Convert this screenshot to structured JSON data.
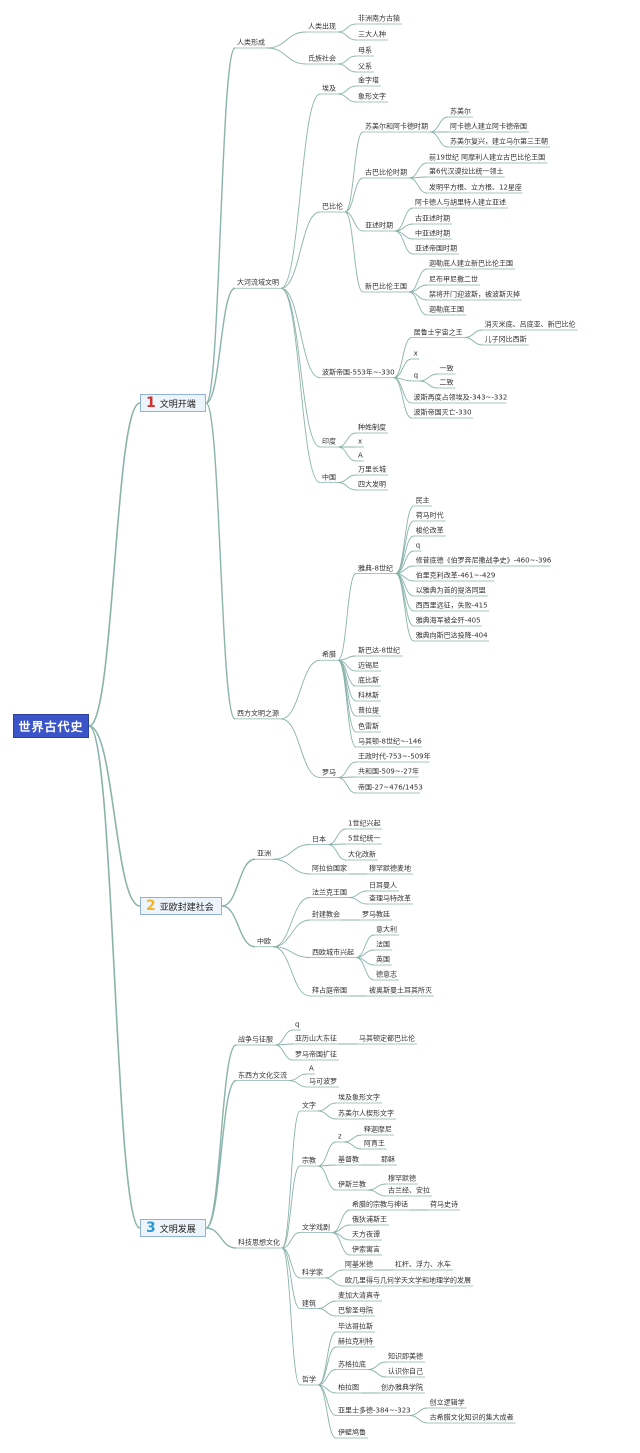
{
  "theme": {
    "line": "#8ab3aa",
    "root_bg": "#3b55c9",
    "main_bg": "#eef4fb",
    "num_colors": [
      "#d0312d",
      "#f0b428",
      "#2e9ad0"
    ]
  },
  "root": {
    "label": "世界古代史"
  },
  "branches": [
    {
      "num": "1",
      "label": "文明开端",
      "children": [
        {
          "label": "人类形成",
          "children": [
            {
              "label": "人类出现",
              "children": [
                {
                  "label": "非洲南方古猿"
                },
                {
                  "label": "三大人种"
                }
              ]
            },
            {
              "label": "氏族社会",
              "children": [
                {
                  "label": "母系"
                },
                {
                  "label": "父系"
                }
              ]
            }
          ]
        },
        {
          "label": "大河流域文明",
          "children": [
            {
              "label": "埃及",
              "children": [
                {
                  "label": "金字塔"
                },
                {
                  "label": "象形文字"
                }
              ]
            },
            {
              "label": "巴比伦",
              "children": [
                {
                  "label": "苏美尔和阿卡德时期",
                  "children": [
                    {
                      "label": "苏美尔"
                    },
                    {
                      "label": "阿卡德人建立阿卡德帝国"
                    },
                    {
                      "label": "苏美尔复兴，建立乌尔第三王朝"
                    }
                  ]
                },
                {
                  "label": "古巴比伦时期",
                  "children": [
                    {
                      "label": "前19世纪 阿摩利人建立古巴比伦王国"
                    },
                    {
                      "label": "第6代汉谟拉比统一领土"
                    },
                    {
                      "label": "发明平方根、立方根、12星座"
                    }
                  ]
                },
                {
                  "label": "亚述时期",
                  "children": [
                    {
                      "label": "阿卡德人与胡里特人建立亚述"
                    },
                    {
                      "label": "古亚述时期"
                    },
                    {
                      "label": "中亚述时期"
                    },
                    {
                      "label": "亚述帝国时期"
                    }
                  ]
                },
                {
                  "label": "新巴比伦王国",
                  "children": [
                    {
                      "label": "迦勒底人建立新巴比伦王国"
                    },
                    {
                      "label": "尼布甲尼撒二世"
                    },
                    {
                      "label": "禁将开门迎波斯，被波斯灭掉"
                    },
                    {
                      "label": "迦勒底王国"
                    }
                  ]
                }
              ]
            },
            {
              "label": "波斯帝国-553年~-330",
              "children": [
                {
                  "label": "居鲁士宇宙之王",
                  "children": [
                    {
                      "label": "消灭米底、吕底亚、新巴比伦"
                    },
                    {
                      "label": "儿子冈比西斯"
                    }
                  ]
                },
                {
                  "label": "x"
                },
                {
                  "label": "q",
                  "children": [
                    {
                      "label": "一致"
                    },
                    {
                      "label": "二致"
                    }
                  ]
                },
                {
                  "label": "波斯再度占领埃及-343~-332"
                },
                {
                  "label": "波斯帝国灭亡-330"
                }
              ]
            },
            {
              "label": "印度",
              "children": [
                {
                  "label": "种姓制度"
                },
                {
                  "label": "x"
                },
                {
                  "label": "A"
                }
              ]
            },
            {
              "label": "中国",
              "children": [
                {
                  "label": "万里长城"
                },
                {
                  "label": "四大发明"
                }
              ]
            }
          ]
        },
        {
          "label": "西方文明之源",
          "children": [
            {
              "label": "希腊",
              "children": [
                {
                  "label": "雅典-8世纪",
                  "children": [
                    {
                      "label": "民主"
                    },
                    {
                      "label": "荷马时代"
                    },
                    {
                      "label": "梭伦改革"
                    },
                    {
                      "label": "q"
                    },
                    {
                      "label": "修昔底德《伯罗奔尼撒战争史》-460~-396"
                    },
                    {
                      "label": "伯里克利改革-461~-429"
                    },
                    {
                      "label": "以雅典为首的提洛同盟"
                    },
                    {
                      "label": "西西里远征，失败-415"
                    },
                    {
                      "label": "雅典海军被全歼-405"
                    },
                    {
                      "label": "雅典向斯巴达投降-404"
                    }
                  ]
                },
                {
                  "label": "斯巴达-8世纪"
                },
                {
                  "label": "迈锡尼"
                },
                {
                  "label": "底比斯"
                },
                {
                  "label": "科林斯"
                },
                {
                  "label": "普拉提"
                },
                {
                  "label": "色雷斯"
                },
                {
                  "label": "马其顿-8世纪~-146"
                }
              ]
            },
            {
              "label": "罗马",
              "children": [
                {
                  "label": "王政时代-753~-509年"
                },
                {
                  "label": "共和国-509~-27年"
                },
                {
                  "label": "帝国-27~476/1453"
                }
              ]
            }
          ]
        }
      ]
    },
    {
      "num": "2",
      "label": "亚欧封建社会",
      "children": [
        {
          "label": "亚洲",
          "children": [
            {
              "label": "日本",
              "children": [
                {
                  "label": "1世纪兴起"
                },
                {
                  "label": "5世纪统一"
                },
                {
                  "label": "大化改新"
                }
              ]
            },
            {
              "label": "阿拉伯国家",
              "children": [
                {
                  "label": "穆罕默德麦地"
                }
              ]
            }
          ]
        },
        {
          "label": "中欧",
          "children": [
            {
              "label": "法兰克王国",
              "children": [
                {
                  "label": "日耳曼人"
                },
                {
                  "label": "查理马特改革"
                }
              ]
            },
            {
              "label": "封建教会",
              "children": [
                {
                  "label": "罗马教廷"
                }
              ]
            },
            {
              "label": "西欧城市兴起",
              "children": [
                {
                  "label": "意大利"
                },
                {
                  "label": "法国"
                },
                {
                  "label": "英国"
                },
                {
                  "label": "德意志"
                }
              ]
            },
            {
              "label": "拜占庭帝国",
              "children": [
                {
                  "label": "被奥斯曼土耳其所灭"
                }
              ]
            }
          ]
        }
      ]
    },
    {
      "num": "3",
      "label": "文明发展",
      "children": [
        {
          "label": "战争与征服",
          "children": [
            {
              "label": "q"
            },
            {
              "label": "亚历山大东征",
              "children": [
                {
                  "label": "马其顿定都巴比伦"
                }
              ]
            },
            {
              "label": "罗马帝国扩征"
            }
          ]
        },
        {
          "label": "东西方文化交流",
          "children": [
            {
              "label": "A"
            },
            {
              "label": "马可波罗"
            }
          ]
        },
        {
          "label": "科技思想文化",
          "children": [
            {
              "label": "文字",
              "children": [
                {
                  "label": "埃及象形文字"
                },
                {
                  "label": "苏美尔人楔形文字"
                }
              ]
            },
            {
              "label": "宗教",
              "children": [
                {
                  "label": "z",
                  "children": [
                    {
                      "label": "释迦摩尼"
                    },
                    {
                      "label": "阿育王"
                    }
                  ]
                },
                {
                  "label": "基督教",
                  "children": [
                    {
                      "label": "耶稣"
                    }
                  ]
                },
                {
                  "label": "伊斯兰教",
                  "children": [
                    {
                      "label": "穆罕默德"
                    },
                    {
                      "label": "古兰经、安拉"
                    }
                  ]
                }
              ]
            },
            {
              "label": "文学戏剧",
              "children": [
                {
                  "label": "希腊的宗教与神话",
                  "children": [
                    {
                      "label": "荷马史诗"
                    }
                  ]
                },
                {
                  "label": "俄狄浦斯王"
                },
                {
                  "label": "天方夜谭"
                },
                {
                  "label": "伊索寓言"
                }
              ]
            },
            {
              "label": "科学家",
              "children": [
                {
                  "label": "阿基米德",
                  "children": [
                    {
                      "label": "杠杆、浮力、水车"
                    }
                  ]
                },
                {
                  "label": "欧几里得与几何学天文学和地理学的发展"
                }
              ]
            },
            {
              "label": "建筑",
              "children": [
                {
                  "label": "麦加大清真寺"
                },
                {
                  "label": "巴黎圣母院"
                }
              ]
            },
            {
              "label": "哲学",
              "children": [
                {
                  "label": "毕达哥拉斯"
                },
                {
                  "label": "赫拉克利特"
                },
                {
                  "label": "苏格拉底",
                  "children": [
                    {
                      "label": "知识即美德"
                    },
                    {
                      "label": "认识你自己"
                    }
                  ]
                },
                {
                  "label": "柏拉图",
                  "children": [
                    {
                      "label": "创办雅典学院"
                    }
                  ]
                },
                {
                  "label": "亚里士多德-384~-323",
                  "children": [
                    {
                      "label": "创立逻辑学"
                    },
                    {
                      "label": "古希腊文化知识的集大成者"
                    }
                  ]
                },
                {
                  "label": "伊壁鸠鲁"
                }
              ]
            }
          ]
        }
      ]
    }
  ]
}
